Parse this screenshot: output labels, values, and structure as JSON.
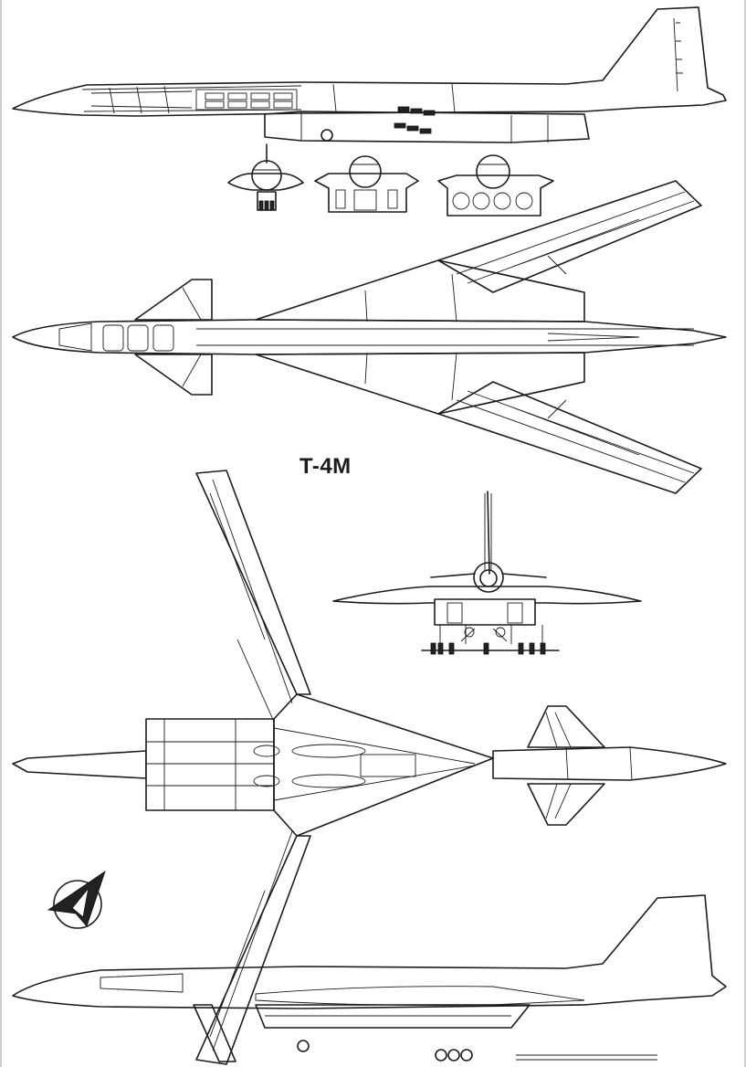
{
  "drawing": {
    "designation": "T-4M",
    "views": [
      "side-view-wings-swept",
      "cross-sections",
      "top-view-wings-swept",
      "front-view",
      "bottom-view-wings-extended",
      "side-view-wings-extended"
    ],
    "emblem_icon": "sukhoi-logo-icon",
    "line_color": "#1c1c1c",
    "background_color": "#ffffff"
  }
}
